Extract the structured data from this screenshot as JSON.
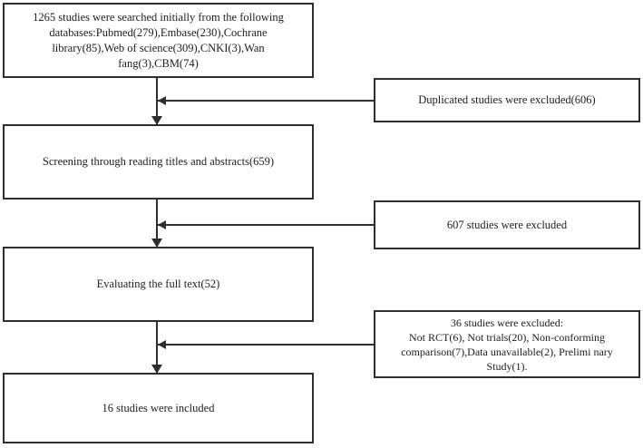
{
  "diagram": {
    "title": "PRISMA study selection flow diagram",
    "type": "flowchart",
    "accent_color": "#2e2e2e",
    "background_color": "#ffffff",
    "nodes": {
      "search": {
        "id": "records-identified",
        "text": "1265 studies were searched initially from the following databases:Pubmed(279),Embase(230),Cochrane library(85),Web of science(309),CNKI(3),Wan fang(3),CBM(74)",
        "total": 1265,
        "sources": [
          {
            "name": "Pubmed",
            "count": 279
          },
          {
            "name": "Embase",
            "count": 230
          },
          {
            "name": "Cochrane library",
            "count": 85
          },
          {
            "name": "Web of science",
            "count": 309
          },
          {
            "name": "CNKI",
            "count": 3
          },
          {
            "name": "Wan fang",
            "count": 3
          },
          {
            "name": "CBM",
            "count": 74
          }
        ]
      },
      "screening": {
        "id": "records-screened",
        "text": "Screening through reading titles and abstracts(659)",
        "count": 659
      },
      "fulltext": {
        "id": "full-text-assessed",
        "text": "Evaluating the full text(52)",
        "count": 52
      },
      "included": {
        "id": "studies-included",
        "text": "16 studies were included",
        "count": 16
      },
      "excluded_duplicates": {
        "id": "duplicates-excluded",
        "text": "Duplicated studies were excluded(606)",
        "count": 606
      },
      "excluded_screening": {
        "id": "screening-excluded",
        "text": "607 studies were excluded",
        "count": 607
      },
      "excluded_fulltext": {
        "id": "full-text-excluded",
        "text": "36 studies were excluded:\nNot RCT(6), Not trials(20), Non-conforming comparison(7),Data unavailable(2), Prelimi nary Study(1).",
        "count": 36,
        "reasons": [
          {
            "reason": "Not RCT",
            "count": 6
          },
          {
            "reason": "Not trials",
            "count": 20
          },
          {
            "reason": "Non-conforming comparison",
            "count": 7
          },
          {
            "reason": "Data unavailable",
            "count": 2
          },
          {
            "reason": "Preliminary Study",
            "count": 1
          }
        ]
      }
    }
  }
}
